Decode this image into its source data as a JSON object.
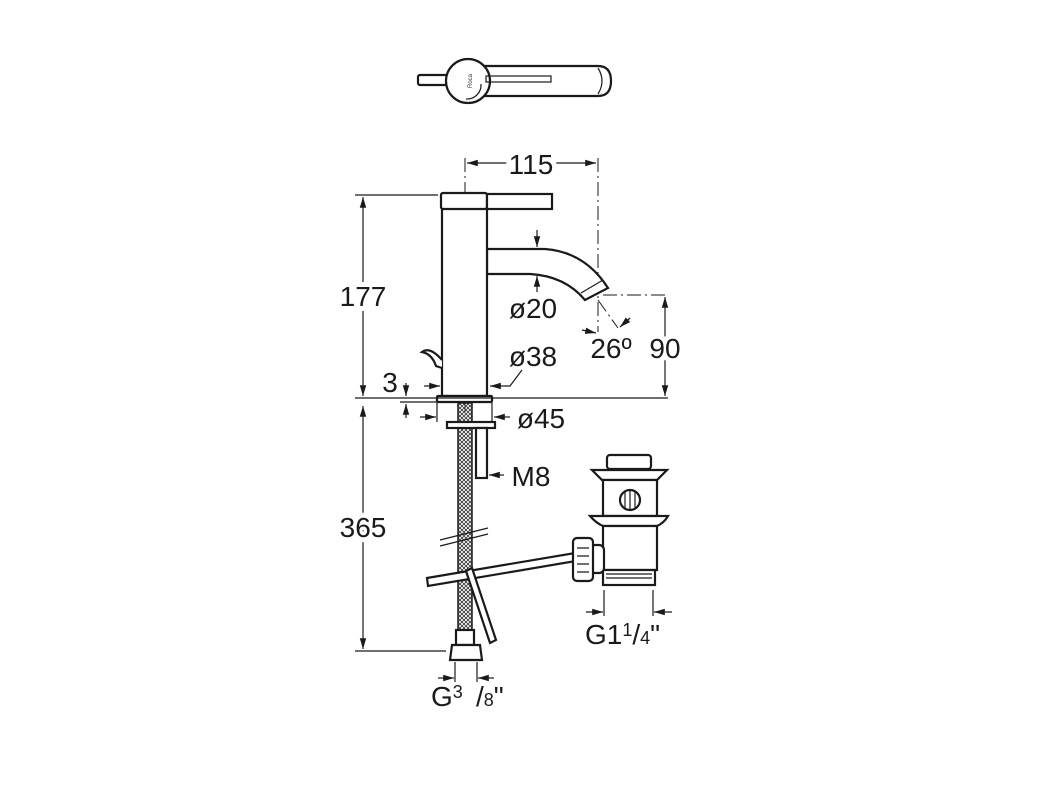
{
  "drawing": {
    "top_view_brand": "Roca",
    "dimensions": {
      "reach": "115",
      "height": "177",
      "spout_height": "90",
      "spout_angle": "26º",
      "spout_diameter": "ø20",
      "body_diameter": "ø38",
      "base_diameter": "ø45",
      "base_thickness": "3",
      "hose_length": "365",
      "thread_rod": "M8"
    },
    "hose_thread": {
      "prefix": "G",
      "num": "3",
      "den": "8",
      "suffix": "\""
    },
    "waste_thread": {
      "prefix": "G1",
      "num": "1",
      "den": "4",
      "suffix": "\""
    }
  }
}
